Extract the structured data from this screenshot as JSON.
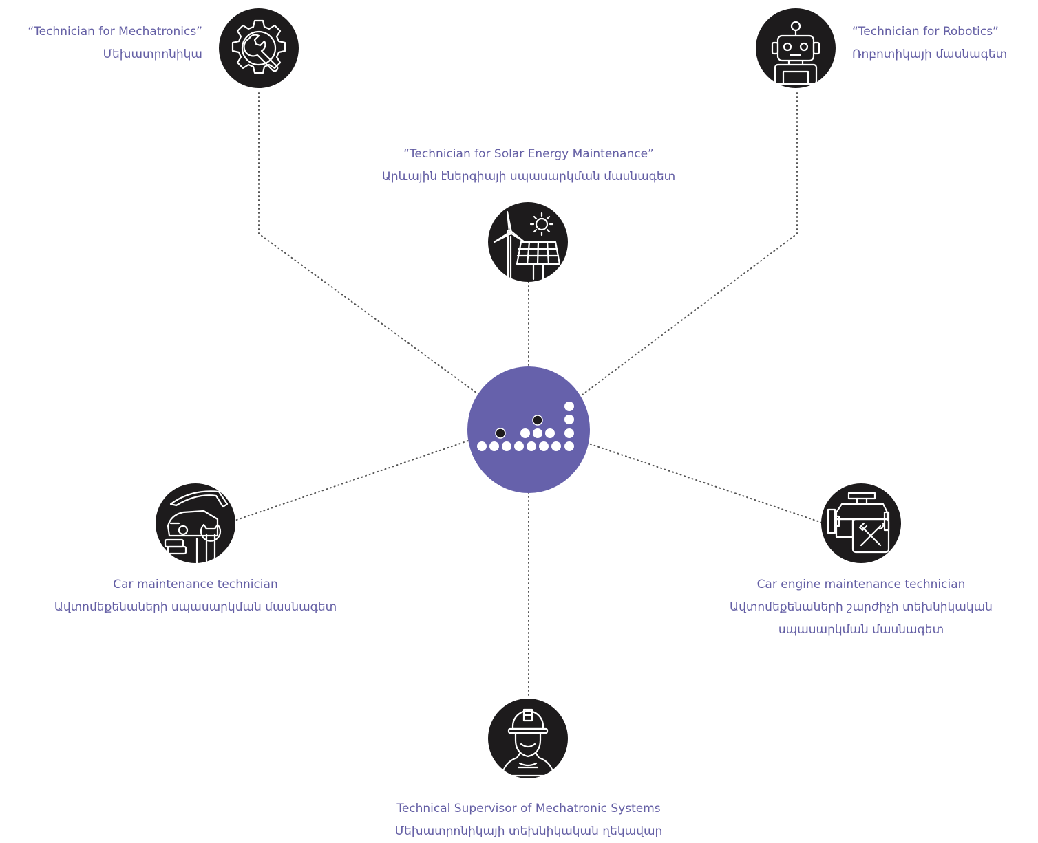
{
  "hub": {
    "colors": {
      "hub": "#6661ab",
      "dot": "#ffffff",
      "dark_dot": "#1d1b1c"
    }
  },
  "colors": {
    "node": "#1d1b1c",
    "text": "#635ea4",
    "line": "#555555"
  },
  "nodes": {
    "mechatronics": {
      "icon": "gear-wrench-icon",
      "title": "“Technician for Mechatronics”",
      "subtitle": "Մեխատրոնիկա"
    },
    "robotics": {
      "icon": "robot-icon",
      "title": "“Technician for Robotics”",
      "subtitle": "Ռոբոտիկայի մասնագետ"
    },
    "solar": {
      "icon": "solar-wind-icon",
      "title": "“Technician for Solar Energy Maintenance”",
      "subtitle": "Արևային էներգիայի սպասարկման մասնագետ"
    },
    "car_maintenance": {
      "icon": "car-wrench-icon",
      "title": "Car maintenance technician",
      "subtitle": "Ավտոմեքենաների սպասարկման մասնագետ"
    },
    "car_engine": {
      "icon": "engine-tools-icon",
      "title": "Car engine maintenance technician",
      "subtitle_line1": "Ավտոմեքենաների շարժիչի տեխնիկական",
      "subtitle_line2": "սպասարկման մասնագետ"
    },
    "supervisor": {
      "icon": "worker-helmet-icon",
      "title": "Technical Supervisor of Mechatronic Systems",
      "subtitle": "Մեխատրոնիկայի տեխնիկական ղեկավար"
    }
  }
}
